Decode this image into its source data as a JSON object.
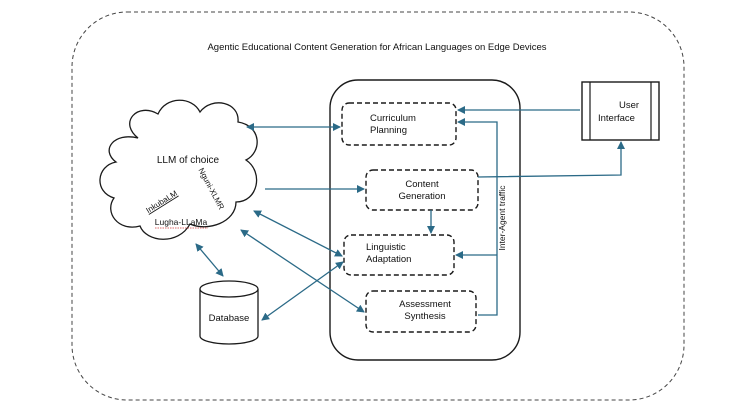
{
  "title": "Agentic Educational Content Generation for African Languages on Edge Devices",
  "llm": {
    "label": "LLM of choice",
    "models": [
      "InkubaLM",
      "Nguni-XLMR",
      "Lugha-LLaMa"
    ]
  },
  "database": {
    "label": "Database"
  },
  "agents": [
    {
      "line1": "Curriculum",
      "line2": "Planning"
    },
    {
      "line1": "Content",
      "line2": "Generation"
    },
    {
      "line1": "Linguistic",
      "line2": "Adaptation"
    },
    {
      "line1": "Assessment",
      "line2": "Synthesis"
    }
  ],
  "user_interface": {
    "line1": "User",
    "line2": "Interface"
  },
  "inter_agent_label": "Inter-Agent traffic",
  "colors": {
    "arrow": "#2b6a87",
    "stroke": "#1a1a1a",
    "underline": "#d23a3a",
    "background": "#ffffff"
  }
}
